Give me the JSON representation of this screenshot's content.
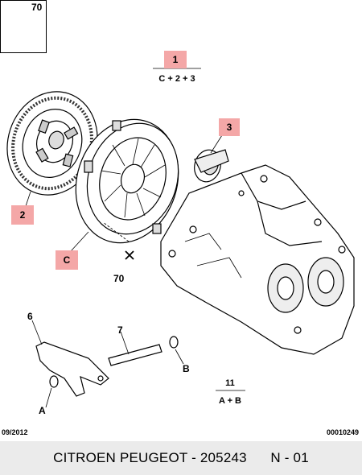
{
  "labels": {
    "inset_part": "70",
    "group_1": "1",
    "group_1_formula": "C + 2 + 3",
    "part_3": "3",
    "part_2": "2",
    "part_C": "C",
    "part_70": "70",
    "part_6": "6",
    "part_7": "7",
    "part_B": "B",
    "part_A": "A",
    "group_11": "11",
    "group_11_formula": "A + B"
  },
  "meta": {
    "date": "09/2012",
    "code": "00010249"
  },
  "footer": {
    "brand_part": "CITROEN PEUGEOT - 205243",
    "sheet": "N - 01"
  },
  "colors": {
    "callout_bg": "#f4a7a7",
    "footer_bg": "#ebebeb"
  }
}
